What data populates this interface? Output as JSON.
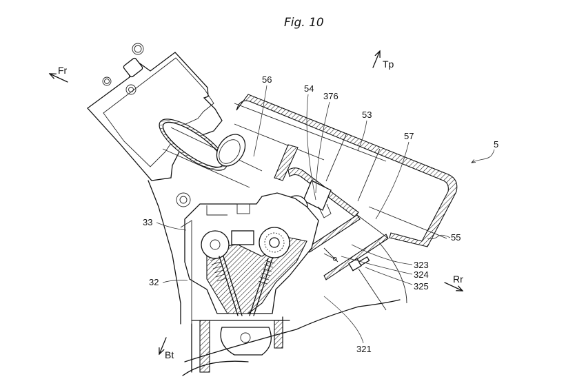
{
  "figure": {
    "title": "Fig. 10",
    "assembly_ref": "5"
  },
  "directions": {
    "front": "Fr",
    "top": "Tp",
    "rear": "Rr",
    "bottom": "Bt"
  },
  "labels": {
    "l56": "56",
    "l54": "54",
    "l376": "376",
    "l53": "53",
    "l57": "57",
    "l55": "55",
    "l33": "33",
    "l32": "32",
    "l323": "323",
    "l324": "324",
    "l325": "325",
    "l321": "321"
  }
}
